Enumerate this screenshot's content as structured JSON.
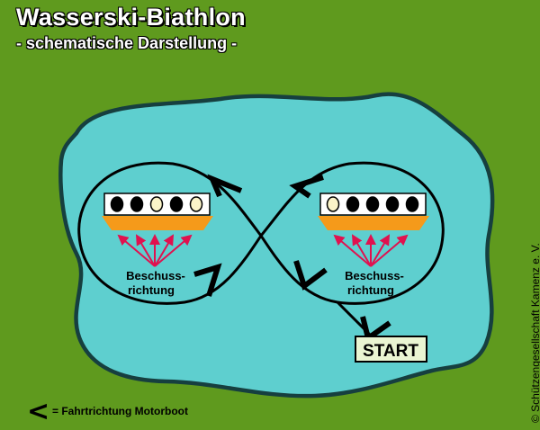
{
  "header": {
    "title": "Wasserski-Biathlon",
    "subtitle": "- schematische Darstellung -"
  },
  "stations": [
    {
      "label_line1": "Beschuss-",
      "label_line2": "richtung",
      "targets": [
        "black",
        "black",
        "light",
        "black",
        "light"
      ]
    },
    {
      "label_line1": "Beschuss-",
      "label_line2": "richtung",
      "targets": [
        "light",
        "black",
        "black",
        "black",
        "black"
      ]
    }
  ],
  "start": {
    "label": "START"
  },
  "legend": {
    "symbol": "<",
    "text": "= Fahrtrichtung Motorboot"
  },
  "copyright": "© Schützengesellschaft Kamenz e. V.",
  "colors": {
    "grass": "#5f9a1e",
    "water": "#5ecfcf",
    "shore": "#163f3f",
    "shooting_area": "#f59a1a",
    "shot_arrows": "#e0114f",
    "target_light": "#fbf4c8",
    "target_dark": "#000000",
    "start_box": "#eaf5d2"
  }
}
